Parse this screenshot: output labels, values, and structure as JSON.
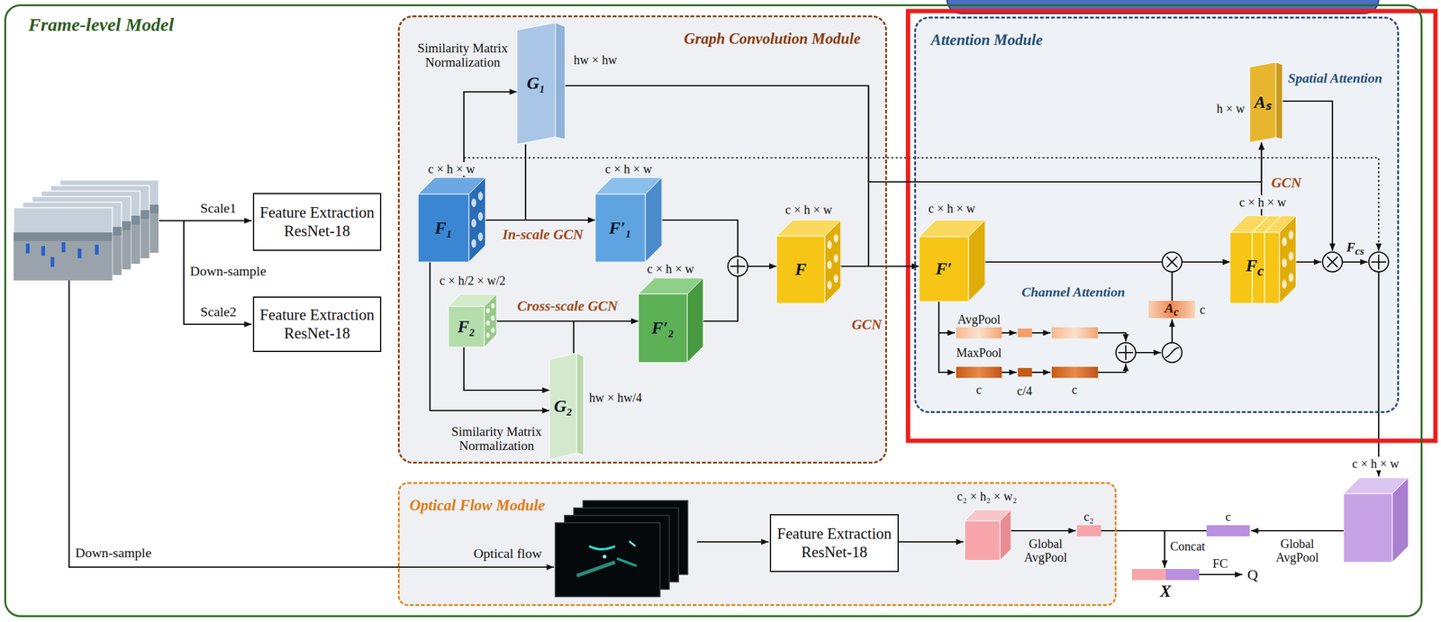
{
  "diagram": {
    "nodes": [
      {
        "text": [
          "Frame-level Model"
        ]
      },
      {
        "text": [
          "Feature Extraction ResNet-18"
        ],
        "in": 0
      },
      {
        "text": [
          "Feature Extraction ResNet-18"
        ],
        "in": 0
      },
      {
        "text": [
          "Graph Convolution Module"
        ],
        "in": 0
      },
      {
        "text": [
          "G₁"
        ],
        "in": 3
      },
      {
        "text": [
          "F₁"
        ],
        "in": 3
      },
      {
        "text": [
          "F′₁"
        ],
        "in": 3
      },
      {
        "text": [
          "F₂"
        ],
        "in": 3
      },
      {
        "text": [
          "F′₂"
        ],
        "in": 3
      },
      {
        "text": [
          "G₂"
        ],
        "in": 3
      },
      {
        "text": [
          "F"
        ],
        "in": 3
      },
      {
        "text": [
          "Attention Module"
        ],
        "in": 0
      },
      {
        "text": [
          "F′"
        ],
        "in": 11
      },
      {
        "text": [
          "Ac"
        ],
        "in": 11
      },
      {
        "text": [
          "Fc"
        ],
        "in": 11
      },
      {
        "text": [
          "Aₛ"
        ],
        "in": 11
      },
      {
        "text": [
          "Optical Flow Module"
        ],
        "in": 0
      },
      {
        "text": [
          "Feature Extraction ResNet-18"
        ],
        "in": 16
      },
      {
        "text": [
          "X"
        ],
        "in": 0
      }
    ],
    "edges": [
      {
        "from": 5,
        "to": 4,
        "arrow": "to"
      },
      {
        "from": 5,
        "to": 6,
        "label": "In-scale GCN",
        "arrow": "to"
      },
      {
        "from": 4,
        "to": 6,
        "arrow": "to"
      },
      {
        "from": 5,
        "to": 9,
        "arrow": "to"
      },
      {
        "from": 7,
        "to": 9,
        "arrow": "to"
      },
      {
        "from": 7,
        "to": 8,
        "label": "Cross-scale GCN",
        "arrow": "to"
      },
      {
        "from": 9,
        "to": 8,
        "arrow": "to"
      },
      {
        "from": 6,
        "to": 10,
        "arrow": "to"
      },
      {
        "from": 8,
        "to": 10,
        "arrow": "to"
      },
      {
        "from": 10,
        "to": 12,
        "label": "GCN",
        "arrow": "to"
      },
      {
        "from": 4,
        "to": 12,
        "arrow": "to"
      },
      {
        "from": 4,
        "to": 15,
        "arrow": "to"
      },
      {
        "from": 12,
        "to": 14,
        "arrow": "to"
      },
      {
        "from": 13,
        "to": 14,
        "arrow": "to"
      },
      {
        "from": 14,
        "to": 15,
        "label": "GCN",
        "arrow": "to"
      }
    ],
    "labels": [
      "Scale1",
      "Down-sample",
      "Scale2",
      "Down-sample",
      "Similarity Matrix Normalization",
      "hw × hw",
      "c × h × w",
      "c × h × w",
      "c × h/2 × w/2",
      "c × h × w",
      "hw × hw/4",
      "Similarity Matrix Normalization",
      "c × h × w",
      "c × h × w",
      "AvgPool",
      "MaxPool",
      "c",
      "c/4",
      "c",
      "Channel Attention",
      "c",
      "c × h × w",
      "h × w",
      "Spatial Attention",
      "Fcs",
      "c × h × w",
      "Global AvgPool",
      "c",
      "Optical flow",
      "c₂ × h₂ × w₂",
      "Global AvgPool",
      "c₂",
      "Concat",
      "FC",
      "Q"
    ]
  }
}
